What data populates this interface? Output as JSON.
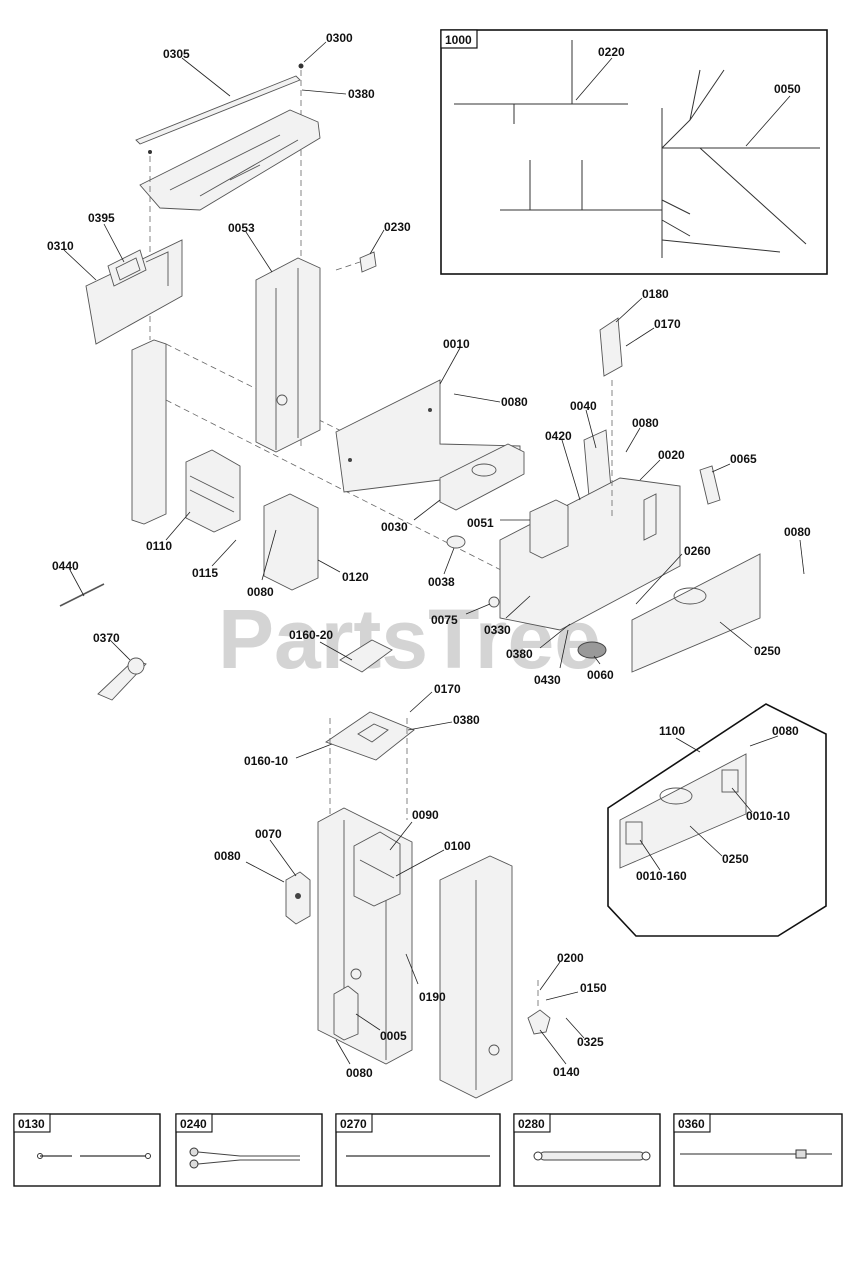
{
  "watermark": "PartsTree",
  "labels": {
    "p0305": "0305",
    "p0300": "0300",
    "p0380a": "0380",
    "p0395": "0395",
    "p0310": "0310",
    "p0053": "0053",
    "p0230": "0230",
    "p0010": "0010",
    "p0080a": "0080",
    "p0040": "0040",
    "p0420": "0420",
    "p0080b": "0080",
    "p0020": "0020",
    "p0065": "0065",
    "p0180": "0180",
    "p0170a": "0170",
    "p0110": "0110",
    "p0115": "0115",
    "p0080c": "0080",
    "p0120": "0120",
    "p0030": "0030",
    "p0051": "0051",
    "p0038": "0038",
    "p0075": "0075",
    "p0330": "0330",
    "p0380b": "0380",
    "p0430": "0430",
    "p0060": "0060",
    "p0260": "0260",
    "p0080d": "0080",
    "p0250a": "0250",
    "p0440": "0440",
    "p0370": "0370",
    "p016020": "0160-20",
    "p0170b": "0170",
    "p0380c": "0380",
    "p016010": "0160-10",
    "p0070": "0070",
    "p0080e": "0080",
    "p0090": "0090",
    "p0100": "0100",
    "p0190": "0190",
    "p0005": "0005",
    "p0080f": "0080",
    "p0200": "0200",
    "p0150": "0150",
    "p0325": "0325",
    "p0140": "0140"
  },
  "harness_box": {
    "title": "1000",
    "label_0220": "0220",
    "label_0050": "0050"
  },
  "panel_box": {
    "title": "1100",
    "label_0080": "0080",
    "label_001010": "0010-10",
    "label_0250": "0250",
    "label_0010160": "0010-160"
  },
  "bottom_boxes": [
    {
      "label": "0130",
      "icon": "cable-icon"
    },
    {
      "label": "0240",
      "icon": "dual-wire-icon"
    },
    {
      "label": "0270",
      "icon": "cable-icon"
    },
    {
      "label": "0280",
      "icon": "battery-strap-icon"
    },
    {
      "label": "0360",
      "icon": "wire-with-connector-icon"
    }
  ]
}
